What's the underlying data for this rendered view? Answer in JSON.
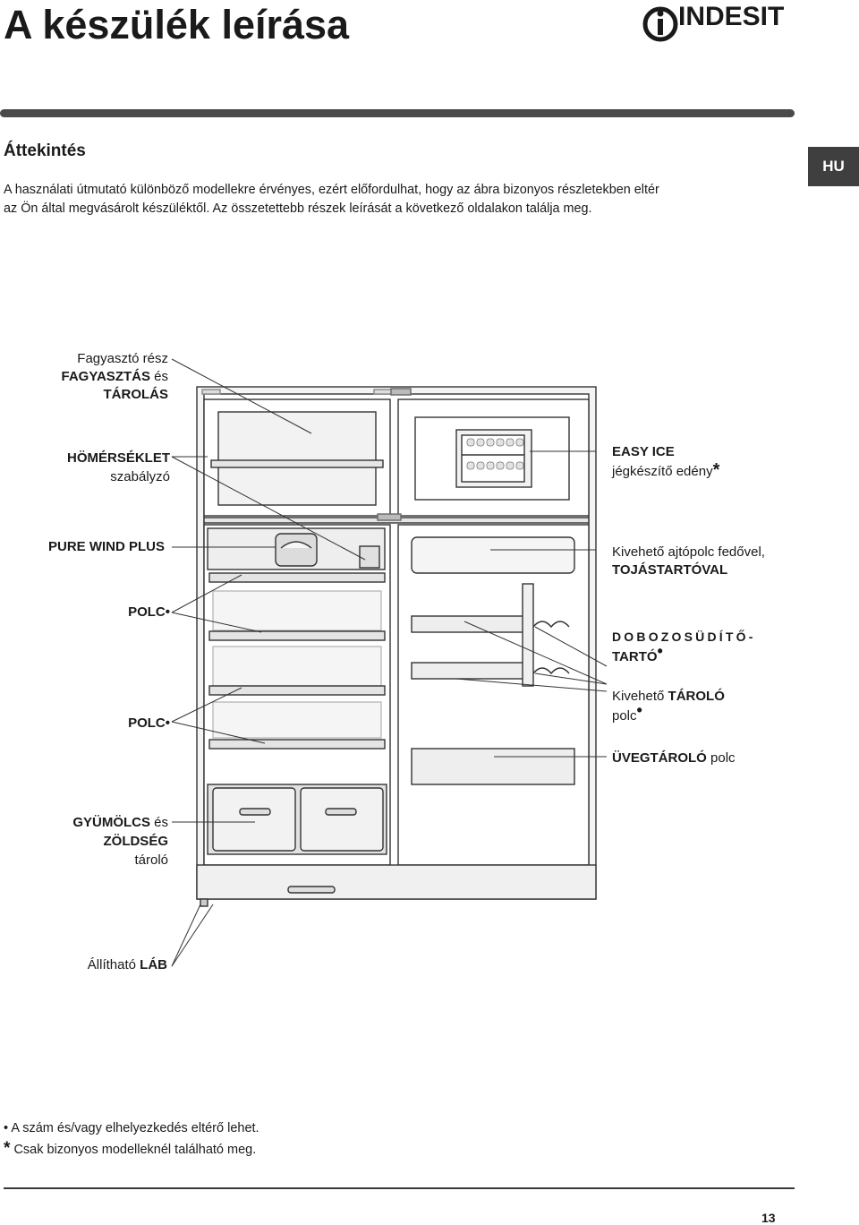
{
  "header": {
    "title": "A készülék leírása",
    "brand": "INDESIT",
    "lang_badge": "HU"
  },
  "overview": {
    "heading": "Áttekintés",
    "line1": "A használati útmutató különböző modellekre érvényes, ezért előfordulhat, hogy az ábra bizonyos részletekben eltér",
    "line2": "az Ön által megvásárolt készüléktől. Az összetettebb részek leírását a következő oldalakon találja meg."
  },
  "labels": {
    "freezer_part": "Fagyasztó rész",
    "freezer_strong": "FAGYASZTÁS",
    "freezer_and": "és",
    "freezer_storage": "TÁROLÁS",
    "thermo_strong": "HÖMÉRSÉKLET",
    "thermo_rest": "szabályzó",
    "easy_ice_strong": "EASY ICE",
    "easy_ice_rest": "jégkészítő edény",
    "easy_ice_mark": "*",
    "pure_wind": "PURE WIND PLUS",
    "door_shelf_1": "Kivehető ajtópolc fedővel,",
    "door_shelf_2": "TOJÁSTARTÓVAL",
    "shelf_a": "POLC",
    "shelf_b": "POLC",
    "bullet": "•",
    "can_holder_1": "DOBOZOSÜDÍTŐ-",
    "can_holder_2": "TARTÓ",
    "storage_shelf_pre": "Kivehető",
    "storage_shelf_strong": "TÁROLÓ",
    "storage_shelf_post": "polc",
    "bottle_strong": "ÜVEGTÁROLÓ",
    "bottle_rest": "polc",
    "veg_strong_1": "GYÜMÖLCS",
    "veg_and": "és",
    "veg_strong_2": "ZÖLDSÉG",
    "veg_rest": "tároló",
    "foot_pre": "Állítható",
    "foot_strong": "LÁB"
  },
  "footnotes": {
    "bullet": "•",
    "line1": "A szám és/vagy elhelyezkedés eltérő lehet.",
    "star": "*",
    "line2": "Csak bizonyos modelleknél található meg."
  },
  "page_number": "13"
}
